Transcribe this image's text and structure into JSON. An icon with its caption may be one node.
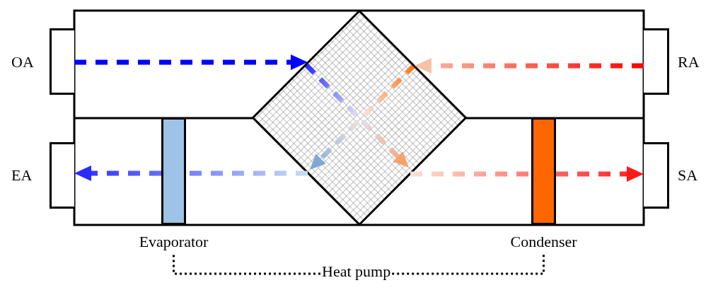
{
  "diagram": {
    "nodes": [
      {
        "text": [
          "OA"
        ]
      },
      {
        "text": [],
        "shape": "diamond"
      },
      {
        "text": [
          "RA"
        ]
      },
      {
        "text": [
          "EA"
        ]
      },
      {
        "text": [
          "Evaporator"
        ]
      },
      {
        "text": [
          "Condenser"
        ]
      },
      {
        "text": [
          "SA"
        ]
      },
      {
        "text": [
          "Heat pump"
        ]
      }
    ],
    "edges": [
      {
        "from": 0,
        "to": 1,
        "arrow": "to",
        "style": "dashed",
        "color": "#0000ff"
      },
      {
        "from": 2,
        "to": 1,
        "arrow": "to",
        "style": "dashed",
        "color": "#ff0000"
      },
      {
        "from": 1,
        "to": 4,
        "arrow": "none",
        "style": "dashed",
        "color": "#757ff8"
      },
      {
        "from": 4,
        "to": 3,
        "arrow": "to",
        "style": "dashed",
        "color": "#2b2bff"
      },
      {
        "from": 1,
        "to": 5,
        "arrow": "none",
        "style": "dashed",
        "color": "#fd7b74"
      },
      {
        "from": 5,
        "to": 6,
        "arrow": "to",
        "style": "dashed",
        "color": "#ff1a1a"
      },
      {
        "from": 7,
        "to": 4,
        "arrow": "none",
        "style": "dashed"
      },
      {
        "from": 7,
        "to": 5,
        "arrow": "none",
        "style": "dashed"
      }
    ]
  }
}
